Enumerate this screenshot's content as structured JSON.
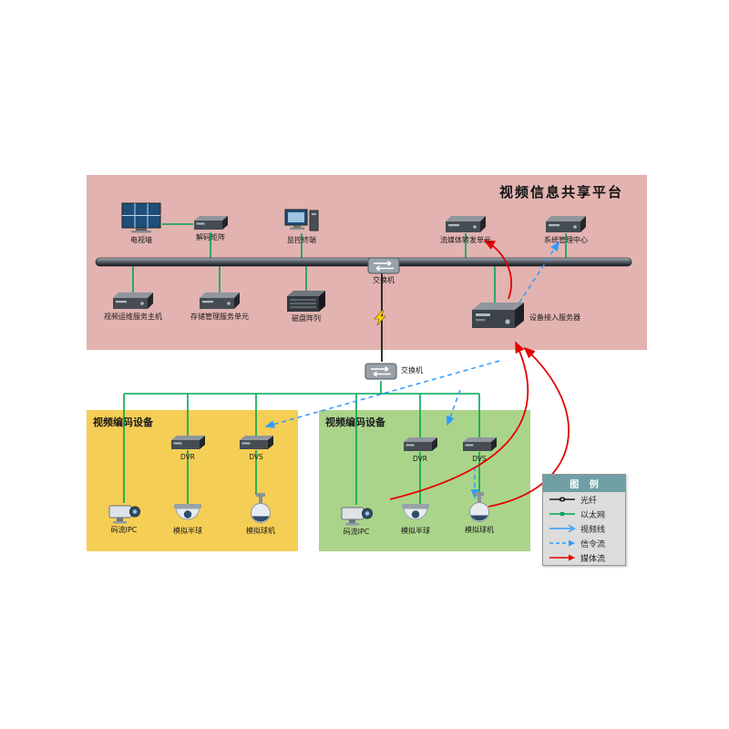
{
  "colors": {
    "pink": "#e2b3b0",
    "yellow": "#f5ce55",
    "greenzone": "#abd48b",
    "eth": "#00a651",
    "fiber": "#1a1a1a",
    "sig": "#2f9bff",
    "media": "#e60000",
    "video": "#2f9bff",
    "legendheader": "#6f9fa5"
  },
  "platform": {
    "title": "视频信息共享平台",
    "devices": {
      "tv_wall": "电视墙",
      "decoder_matrix": "解码矩阵",
      "monitor_terminal": "监控终端",
      "switch_top": "交换机",
      "stream_unit": "流媒体转发单元",
      "sys_mgmt": "系统管理中心",
      "video_ops_host": "视频运维服务主机",
      "storage_mgmt": "存储管理服务单元",
      "disk_array": "磁盘阵列",
      "access_server": "设备接入服务器"
    }
  },
  "mid_switch": "交换机",
  "zones": {
    "left": {
      "title": "视频编码设备",
      "devices": {
        "dvr": "DVR",
        "dvs": "DVS",
        "ipc": "码流IPC",
        "dome": "模拟半球",
        "ball": "模拟球机"
      }
    },
    "right": {
      "title": "视频编码设备",
      "devices": {
        "dvr": "DVR",
        "dvs": "DVS",
        "ipc": "码流IPC",
        "dome": "模拟半球",
        "ball": "模拟球机"
      }
    }
  },
  "legend": {
    "title": "图 例",
    "items": [
      {
        "label": "光纤"
      },
      {
        "label": "以太网"
      },
      {
        "label": "视频线"
      },
      {
        "label": "信令流"
      },
      {
        "label": "媒体流"
      }
    ]
  }
}
